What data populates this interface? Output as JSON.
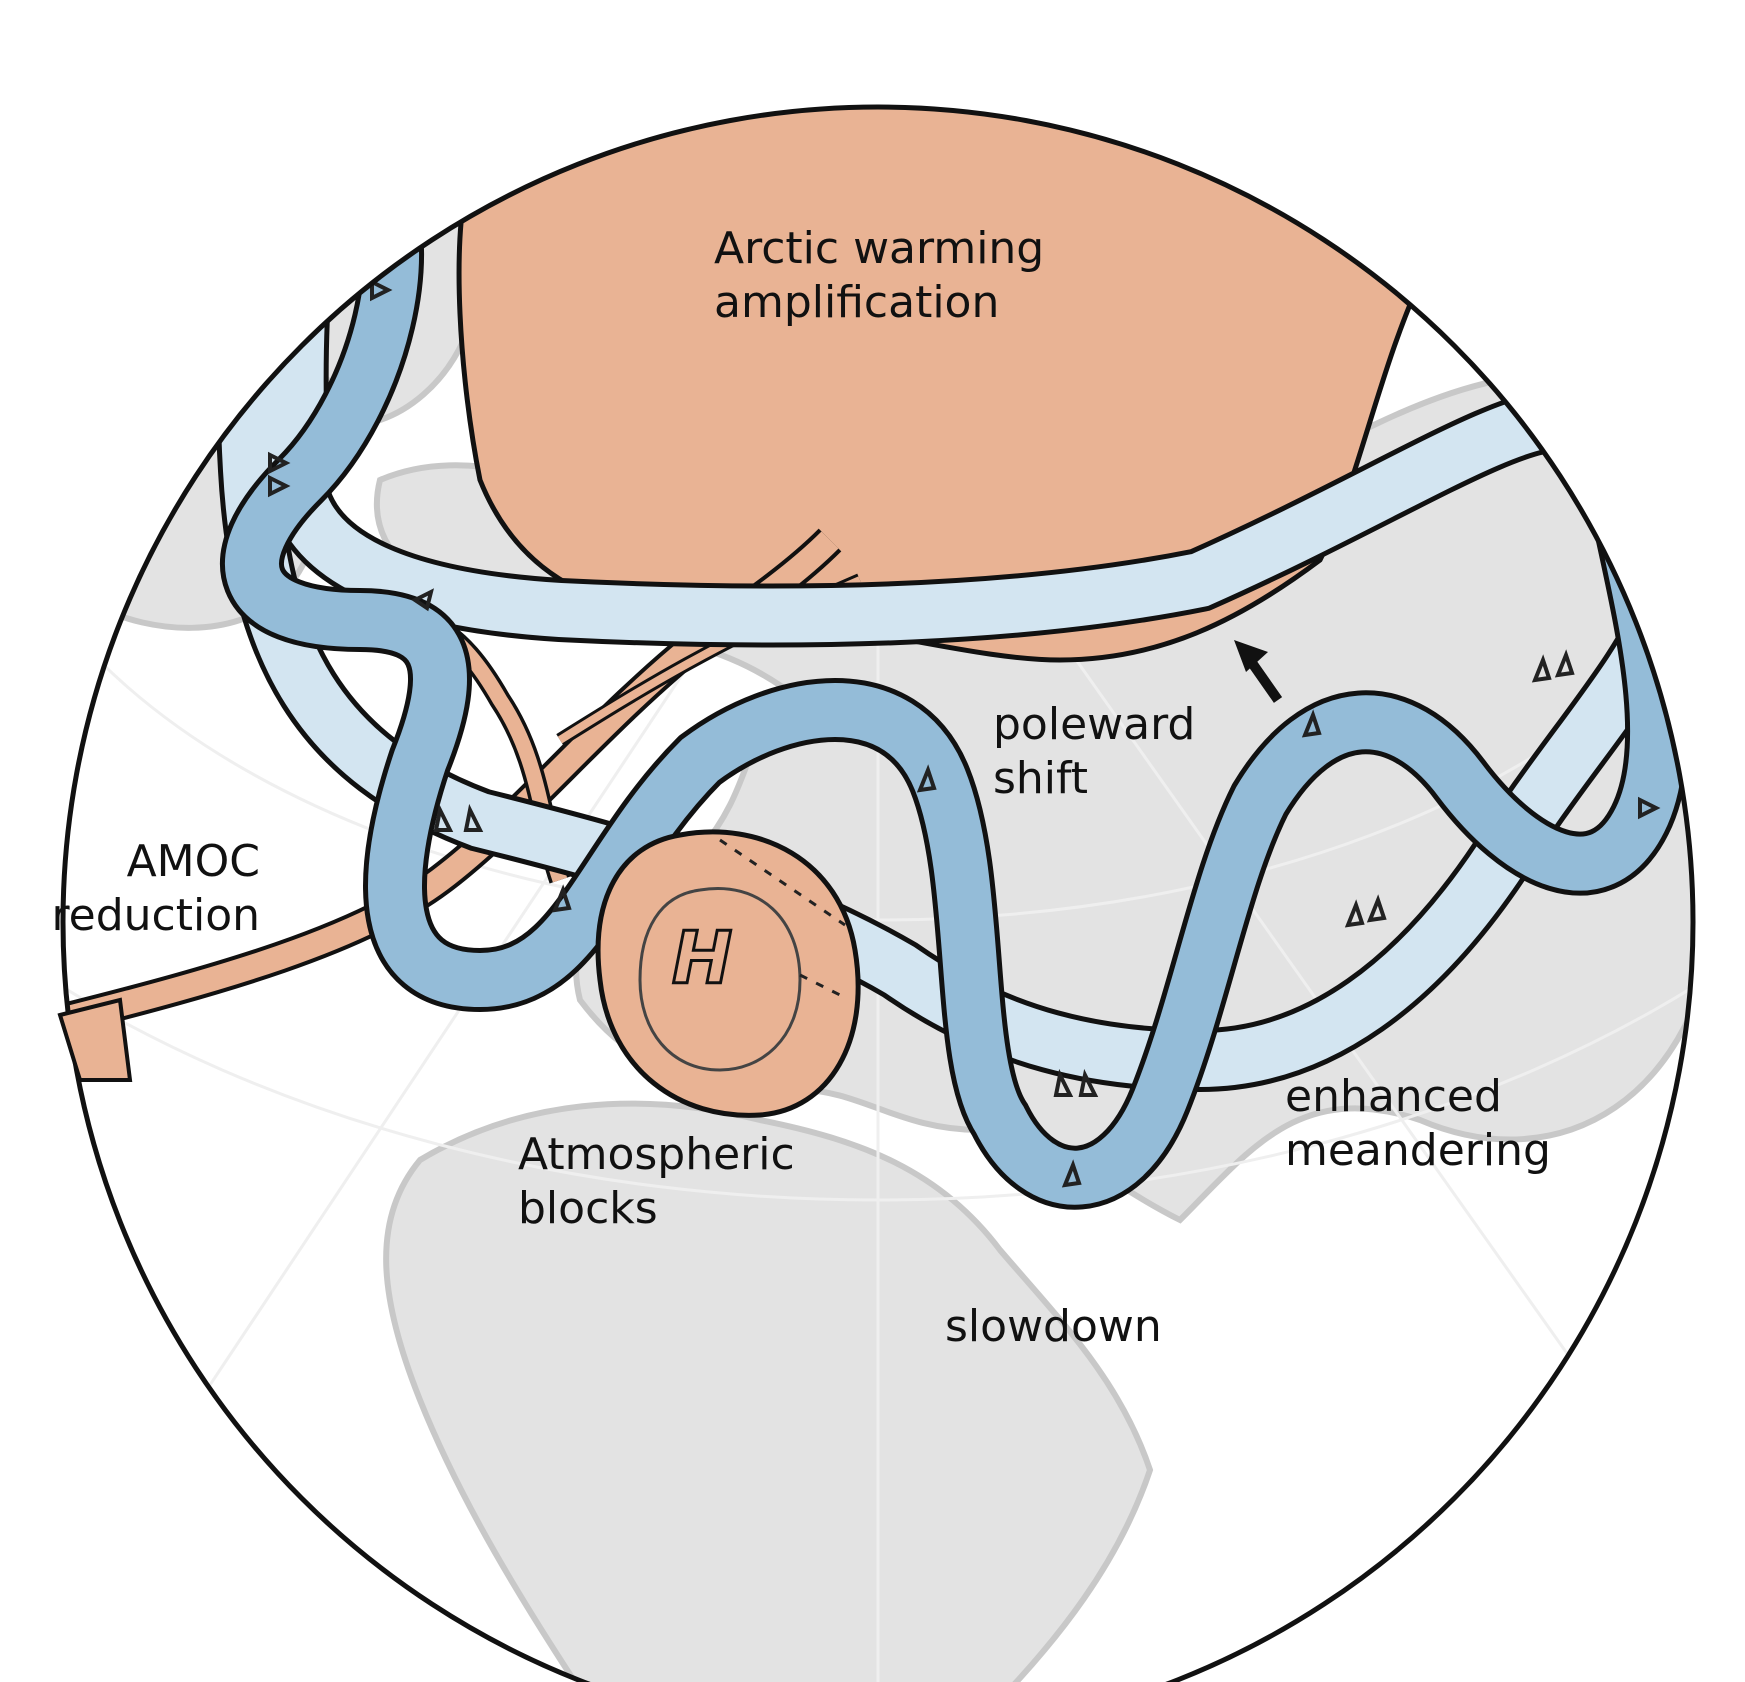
{
  "diagram": {
    "labels": {
      "arctic": [
        "Arctic warming",
        "amplification"
      ],
      "poleward": [
        "poleward",
        "shift"
      ],
      "amoc": [
        "AMOC",
        "reduction"
      ],
      "meander": [
        "enhanced",
        "meandering"
      ],
      "blocks": [
        "Atmospheric",
        "blocks"
      ],
      "slowdown": [
        "slowdown"
      ],
      "high_pressure": "H"
    },
    "colors": {
      "globe_land": "#e3e3e3",
      "globe_ocean": "#ffffff",
      "arctic_warm": "#e9b394",
      "jet_dark": "#94bcd8",
      "jet_light": "#d3e5f1",
      "outline": "#111111"
    }
  }
}
